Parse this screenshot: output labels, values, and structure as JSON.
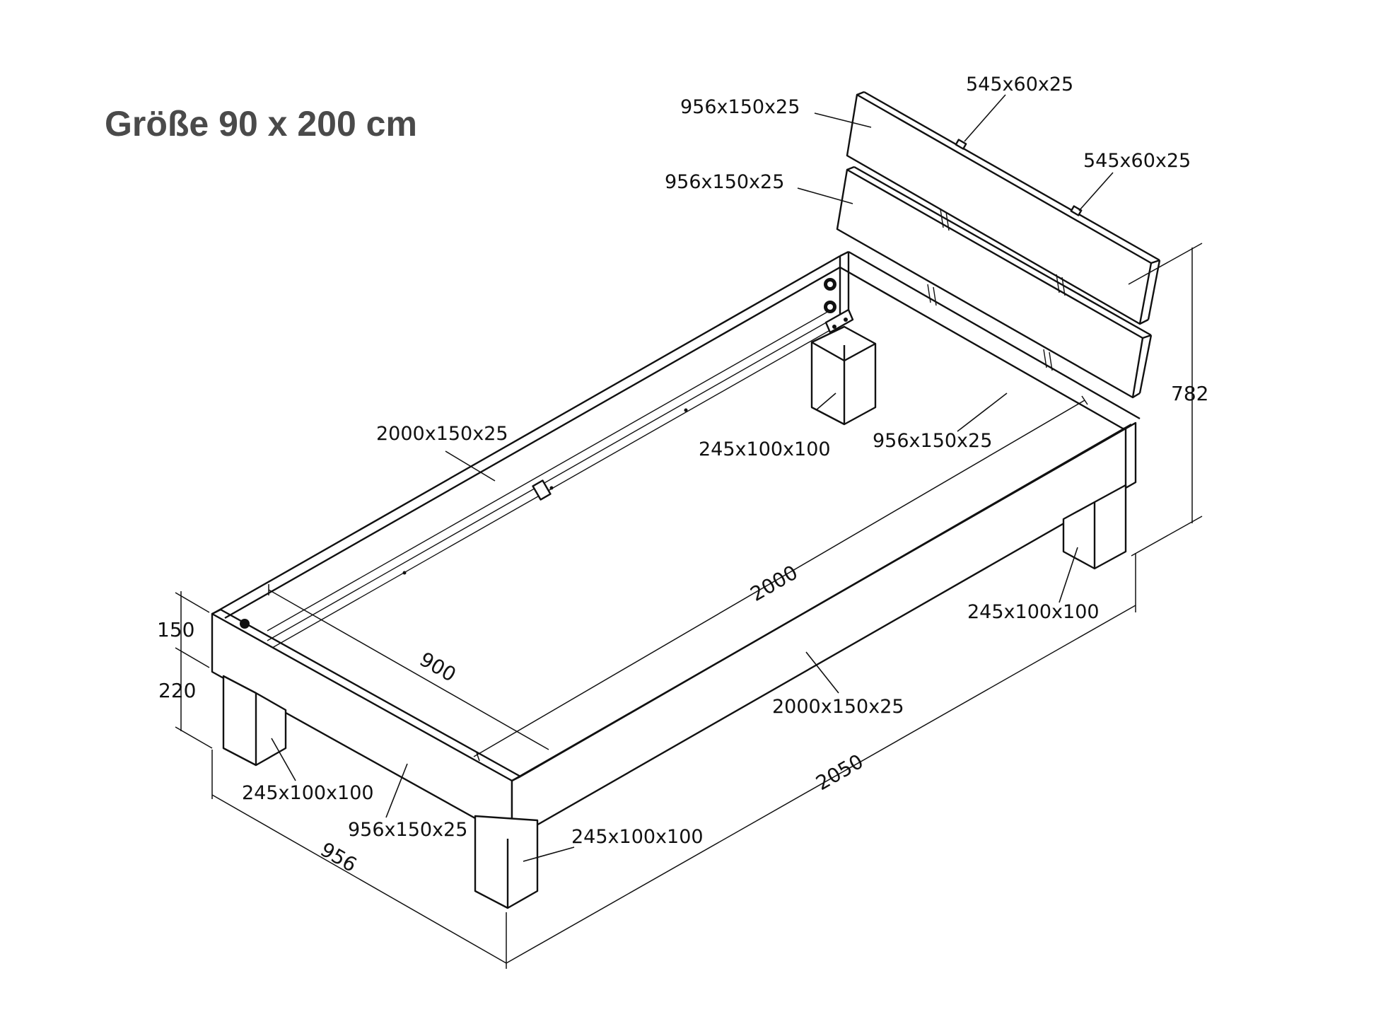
{
  "title": "Größe 90 x 200 cm",
  "labels": {
    "headboard_top_board": "956x150x25",
    "headboard_top_bracket": "545x60x25",
    "headboard_bottom_board": "956x150x25",
    "headboard_bottom_bracket": "545x60x25",
    "side_rail_back": "2000x150x25",
    "leg_head_inner": "245x100x100",
    "head_rail": "956x150x25",
    "leg_head_right": "245x100x100",
    "side_rail_front": "2000x150x25",
    "leg_foot_left": "245x100x100",
    "foot_rail": "956x150x25",
    "leg_foot_right": "245x100x100"
  },
  "dimensions": {
    "height_total": "782",
    "rail_height": "150",
    "leg_clearance": "220",
    "inner_length": "2000",
    "inner_width": "900",
    "outer_length": "2050",
    "outer_width": "956"
  }
}
